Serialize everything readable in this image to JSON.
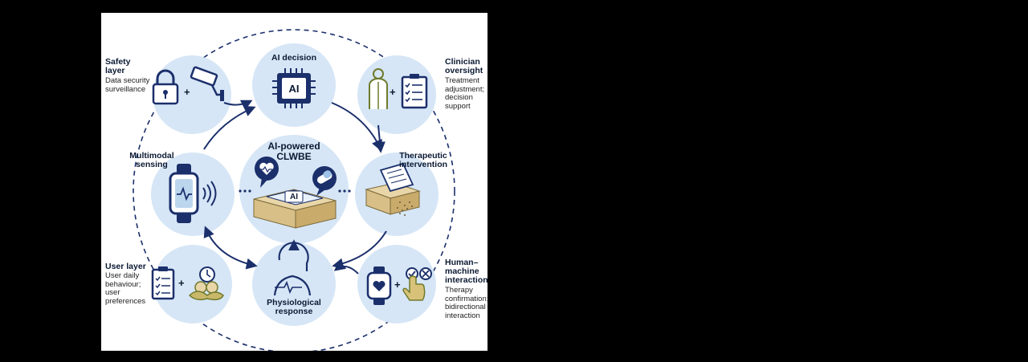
{
  "nodes": {
    "ai_decision": {
      "title": "AI decision",
      "chip_text": "AI"
    },
    "center": {
      "title": "AI-powered CLWBE",
      "device_text": "AI"
    },
    "safety": {
      "title": "Safety layer",
      "detail": "Data security surveillance"
    },
    "clinician": {
      "title": "Clinician oversight",
      "detail": "Treatment adjustment; decision support"
    },
    "multimodal": {
      "title": "Multimodal sensing"
    },
    "therapeutic": {
      "title": "Therapeutic intervention"
    },
    "user_layer": {
      "title": "User layer",
      "detail": "User daily behaviour; user preferences"
    },
    "physiological": {
      "title": "Physiological response"
    },
    "hmi": {
      "title": "Human–machine interaction",
      "detail": "Therapy confirmation; bidirectional interaction"
    }
  },
  "plus_sign": "+",
  "colors": {
    "navy": "#1b2f6b",
    "circle_fill": "#d6e6f6",
    "tan": "#d8bf87",
    "olive": "#6f7a2c"
  }
}
